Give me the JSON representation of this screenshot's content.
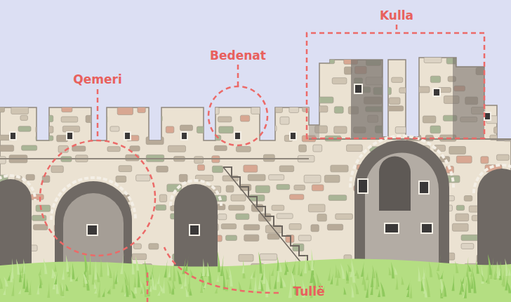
{
  "diagram": {
    "labels": [
      "Qemeri",
      "Bedenat",
      "Kulla",
      "Tullë"
    ]
  }
}
